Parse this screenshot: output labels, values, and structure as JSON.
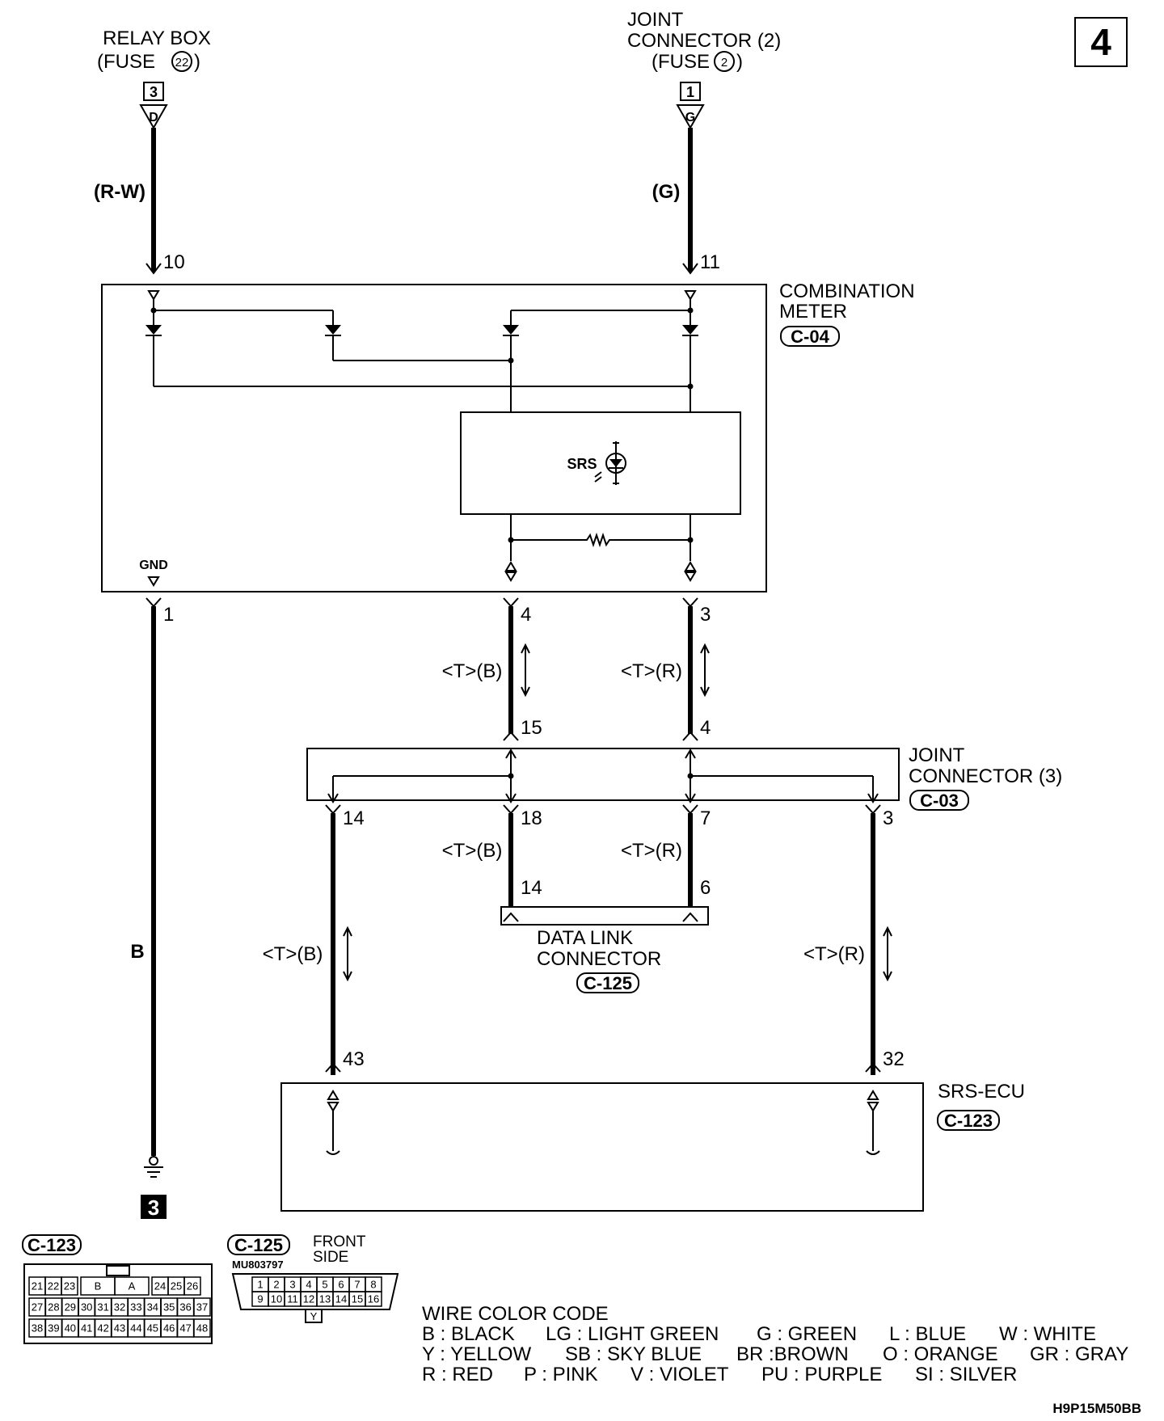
{
  "page": {
    "number": "4",
    "code": "H9P15M50BB"
  },
  "sources": {
    "relay_box": {
      "line1": "RELAY BOX",
      "line2_prefix": "(FUSE",
      "line2_fuse": "22",
      "line2_suffix": ")",
      "terminal": "3",
      "pin_letter": "D"
    },
    "joint_connector_2": {
      "line1": "JOINT",
      "line2": "CONNECTOR (2)",
      "line3_prefix": "(FUSE",
      "line3_fuse": "2",
      "line3_suffix": ")",
      "terminal": "1",
      "pin_letter": "G"
    }
  },
  "combination_meter": {
    "line1": "COMBINATION",
    "line2": "METER",
    "connector": "C-04",
    "gnd": "GND",
    "lamp": "SRS"
  },
  "joint_connector_3": {
    "line1": "JOINT",
    "line2": "CONNECTOR (3)",
    "connector": "C-03"
  },
  "data_link_connector": {
    "line1": "DATA LINK",
    "line2": "CONNECTOR",
    "connector": "C-125"
  },
  "srs_ecu": {
    "line1": "SRS-ECU",
    "connector": "C-123"
  },
  "ground": {
    "ref": "3"
  },
  "wire_labels": {
    "rw": "(R-W)",
    "g": "(G)",
    "b": "B",
    "tb": "<T>(B)",
    "tr": "<T>(R)"
  },
  "pins": {
    "p10": "10",
    "p11": "11",
    "p1": "1",
    "p4a": "4",
    "p3a": "3",
    "p15": "15",
    "p4b": "4",
    "p14a": "14",
    "p18": "18",
    "p7": "7",
    "p3b": "3",
    "p14b": "14",
    "p6": "6",
    "p43": "43",
    "p32": "32"
  },
  "connector_views": {
    "c123": {
      "label": "C-123",
      "row1": [
        "21",
        "22",
        "23",
        "B",
        "A",
        "24",
        "25",
        "26"
      ],
      "row2": [
        "27",
        "28",
        "29",
        "30",
        "31",
        "32",
        "33",
        "34",
        "35",
        "36",
        "37"
      ],
      "row3": [
        "38",
        "39",
        "40",
        "41",
        "42",
        "43",
        "44",
        "45",
        "46",
        "47",
        "48"
      ]
    },
    "c125": {
      "label": "C-125",
      "part": "MU803797",
      "front1": "FRONT",
      "front2": "SIDE",
      "row1": [
        "1",
        "2",
        "3",
        "4",
        "5",
        "6",
        "7",
        "8"
      ],
      "row2": [
        "9",
        "10",
        "11",
        "12",
        "13",
        "14",
        "15",
        "16"
      ],
      "key": "Y"
    }
  },
  "wire_color_code": {
    "title": "WIRE COLOR CODE",
    "row1": [
      "B : BLACK",
      "LG : LIGHT GREEN",
      "G : GREEN",
      "L : BLUE",
      "W : WHITE"
    ],
    "row2": [
      "Y : YELLOW",
      "SB : SKY BLUE",
      "BR :BROWN",
      "O : ORANGE",
      "GR : GRAY"
    ],
    "row3": [
      "R : RED",
      "P : PINK",
      "V : VIOLET",
      "PU : PURPLE",
      "SI : SILVER"
    ]
  }
}
